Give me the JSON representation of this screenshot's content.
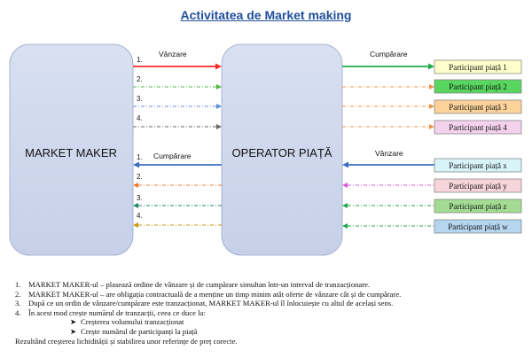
{
  "title": "Activitatea de Market making",
  "market_maker": {
    "label": "MARKET MAKER",
    "color": "#cfd8ec"
  },
  "operator": {
    "label": "OPERATOR PIAȚĂ",
    "color": "#cfd8ec"
  },
  "left_top": {
    "title": "Vânzare",
    "numbers": [
      "1.",
      "2.",
      "3.",
      "4."
    ]
  },
  "left_bottom": {
    "title": "Cumpărare",
    "numbers": [
      "1.",
      "2.",
      "3.",
      "4."
    ]
  },
  "right_top": {
    "title": "Cumpărare"
  },
  "right_bottom": {
    "title": "Vânzare"
  },
  "participants_top": [
    {
      "label": "Participant piață 1",
      "fill": "#ffffcc",
      "arrow": "#22a84a"
    },
    {
      "label": "Participant piață 2",
      "fill": "#59d660",
      "arrow": "#f0944a"
    },
    {
      "label": "Participant piață 3",
      "fill": "#fbd39a",
      "arrow": "#f0944a"
    },
    {
      "label": "Participant piață 4",
      "fill": "#f4d2ee",
      "arrow": "#f0944a"
    }
  ],
  "participants_bottom": [
    {
      "label": "Participant piață x",
      "fill": "#d8f4f8",
      "arrow": "#3b6fc2"
    },
    {
      "label": "Participant piață y",
      "fill": "#f6d6dc",
      "arrow": "#d75ad2"
    },
    {
      "label": "Participant piață z",
      "fill": "#a4dc94",
      "arrow": "#22a84a"
    },
    {
      "label": "Participant piață w",
      "fill": "#b6d6f0",
      "arrow": "#22a84a"
    }
  ],
  "notes": {
    "items": [
      {
        "num": "1.",
        "text": "MARKET MAKER-ul – plasează ordine de vânzare și de cumpărare simultan într-un interval de tranzacționare."
      },
      {
        "num": "2.",
        "text": "MARKET MAKER-ul – are obligația contractuală de a menține un timp minim atât oferte de vânzare cât și de cumpărare."
      },
      {
        "num": "3.",
        "text": "După ce un ordin de vânzare/cumpărare este tranzacționat, MARKET MAKER-ul îl înlocuiește cu altul de același sens."
      },
      {
        "num": "4.",
        "text": "În acest mod crește numărul de tranzacții, ceea ce duce la:"
      }
    ],
    "sub": [
      "Creșterea volumului tranzacționat",
      "Crește numărul de participanți la piață"
    ],
    "conclusion": "Rezultând creșterea lichidității și stabilirea unor referințe de preț corecte."
  }
}
